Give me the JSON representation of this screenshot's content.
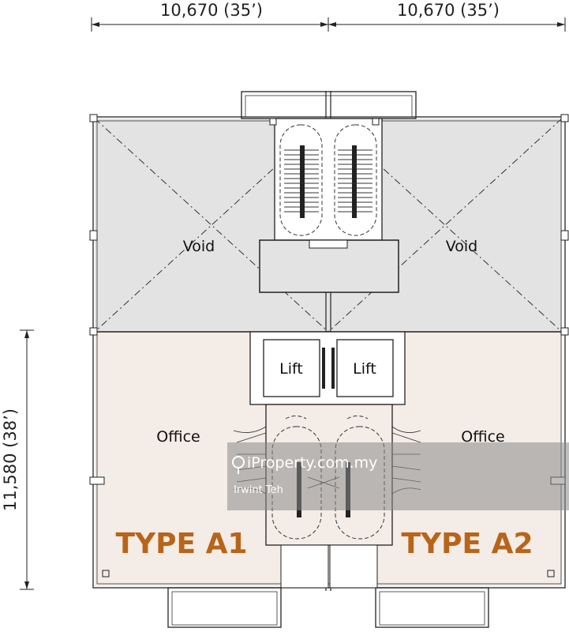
{
  "dimensions": {
    "top_left": "10,670 (35’)",
    "top_right": "10,670 (35’)",
    "left": "11,580 (38’)"
  },
  "rooms": {
    "void_left": "Void",
    "void_right": "Void",
    "lift_left": "Lift",
    "lift_right": "Lift",
    "office_left": "Office",
    "office_right": "Office"
  },
  "types": {
    "left": "TYPE A1",
    "right": "TYPE A2"
  },
  "watermark": {
    "brand": "iProperty.com.my",
    "credit": "Irwint Teh"
  },
  "colors": {
    "void_fill": "#e3e3e3",
    "office_fill": "#f4ece6",
    "type_label": "#b8641a",
    "watermark_band": "#8a8a8a"
  }
}
